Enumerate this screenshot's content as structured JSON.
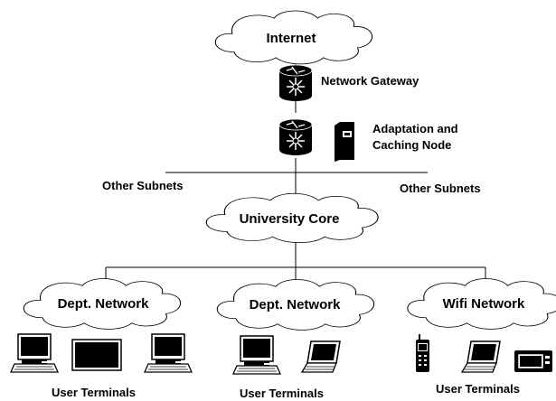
{
  "nodes": {
    "internet": "Internet",
    "gateway": "Network Gateway",
    "adaptation_line1": "Adaptation and",
    "adaptation_line2": "Caching Node",
    "other_subnets_left": "Other Subnets",
    "other_subnets_right": "Other Subnets",
    "university_core": "University Core",
    "dept_network_1": "Dept. Network",
    "dept_network_2": "Dept. Network",
    "wifi_network": "Wifi Network",
    "terminals_1": "User Terminals",
    "terminals_2": "User Terminals",
    "terminals_3": "User Terminals"
  }
}
